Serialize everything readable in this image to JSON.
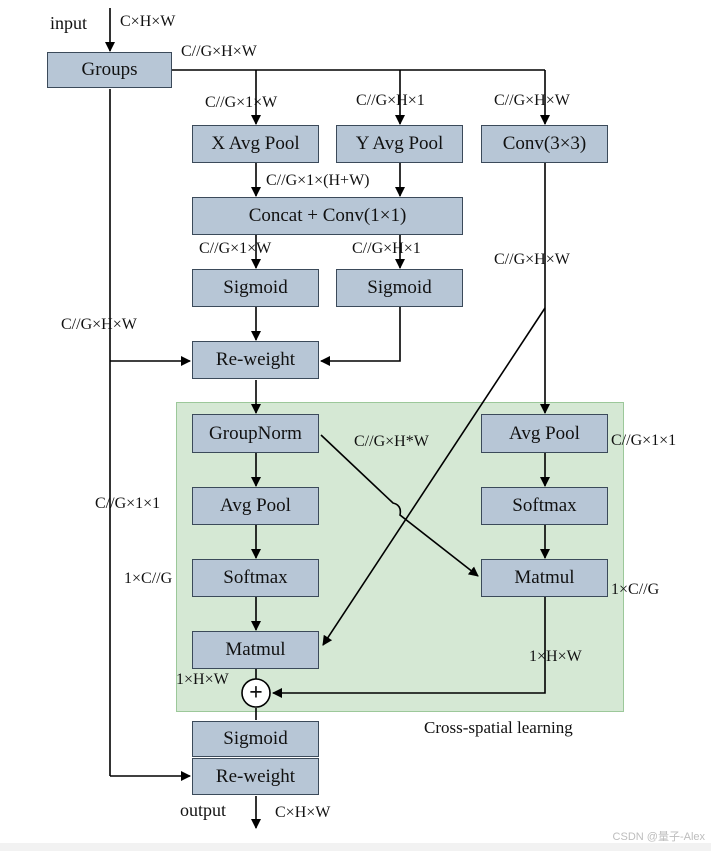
{
  "diagram": {
    "region_label": "Cross-spatial learning",
    "boxes": {
      "groups": "Groups",
      "x_avg_pool": "X Avg Pool",
      "y_avg_pool": "Y Avg Pool",
      "conv3x3": "Conv(3×3)",
      "concat_conv": "Concat + Conv(1×1)",
      "sigmoid_left": "Sigmoid",
      "sigmoid_right": "Sigmoid",
      "reweight_top": "Re-weight",
      "groupnorm": "GroupNorm",
      "avgpool_left": "Avg Pool",
      "softmax_left": "Softmax",
      "matmul_left": "Matmul",
      "avgpool_right": "Avg Pool",
      "softmax_right": "Softmax",
      "matmul_right": "Matmul",
      "sigmoid_bottom": "Sigmoid",
      "reweight_bottom": "Re-weight"
    },
    "labels": {
      "input": "input",
      "input_shape": "C×H×W",
      "groups_out": "C//G×H×W",
      "x_pool_in": "C//G×1×W",
      "y_pool_in": "C//G×H×1",
      "conv_in": "C//G×H×W",
      "concat_in": "C//G×1×(H+W)",
      "sig_left_in": "C//G×1×W",
      "sig_right_in": "C//G×H×1",
      "conv_out": "C//G×H×W",
      "skip_shape": "C//G×H×W",
      "cross_shape": "C//G×H*W",
      "avgpool_right_out": "C//G×1×1",
      "left_skip_shape": "C//G×1×1",
      "softmax_left_shape": "1×C//G",
      "matmul_right_shape": "1×C//G",
      "matmul_right_out": "1×H×W",
      "matmul_left_out": "1×H×W",
      "output": "output",
      "output_shape": "C×H×W"
    },
    "plus_symbol": "+"
  },
  "watermark": "CSDN @量子-Alex"
}
